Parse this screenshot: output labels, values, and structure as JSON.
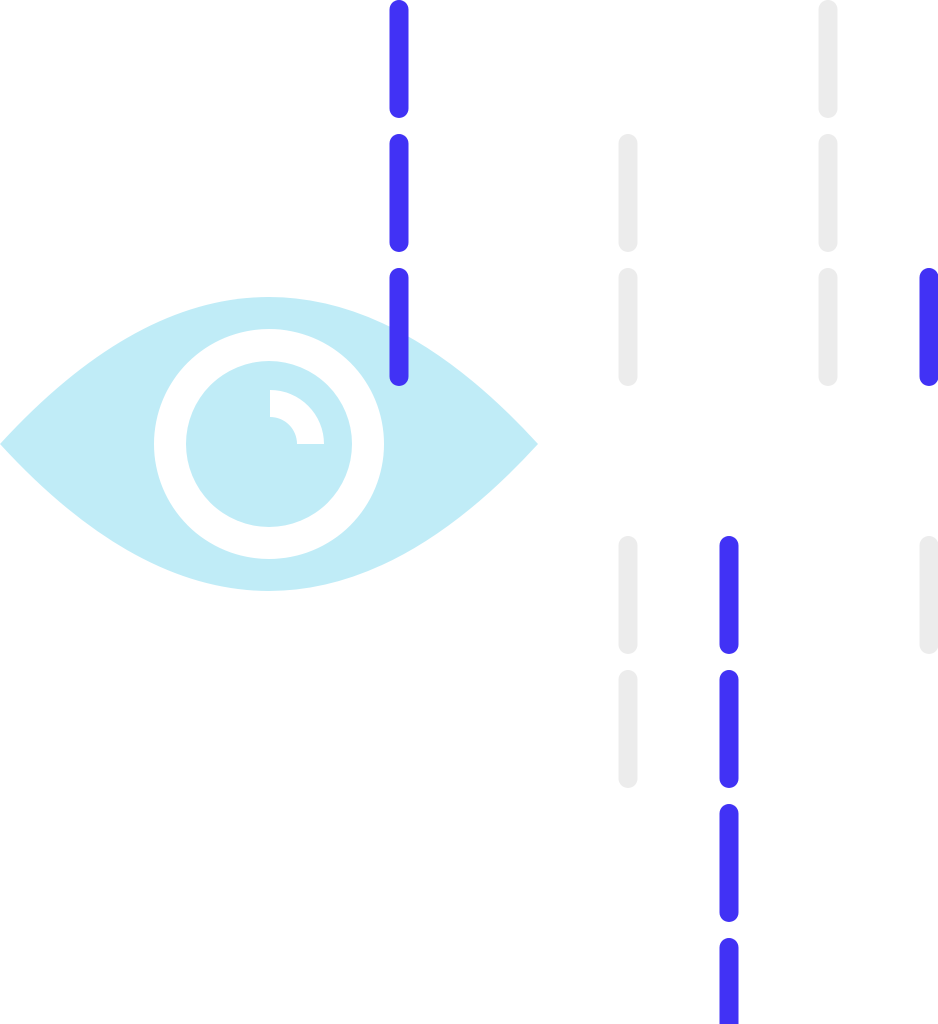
{
  "colors": {
    "background": "#ffffff",
    "eye": "#c0ecf7",
    "accent_dash": "#4132f5",
    "muted_dash": "#ececec"
  },
  "illustration": {
    "icon": "eye-icon",
    "dash_columns": [
      {
        "color": "accent",
        "segments": [
          1,
          1,
          1,
          0,
          0,
          0,
          0,
          0
        ]
      },
      {
        "color": "muted",
        "segments": [
          0,
          1,
          1,
          0,
          1,
          1,
          0,
          0
        ]
      },
      {
        "color": "accent",
        "segments": [
          0,
          0,
          0,
          0,
          1,
          1,
          1,
          1
        ]
      },
      {
        "color": "muted",
        "segments": [
          1,
          1,
          1,
          0,
          0,
          0,
          0,
          0
        ]
      },
      {
        "color": "accent",
        "segments": [
          0,
          0,
          1,
          0,
          0,
          0,
          0,
          0
        ]
      },
      {
        "color": "muted",
        "segments": [
          0,
          0,
          0,
          0,
          1,
          0,
          0,
          0
        ]
      }
    ]
  }
}
